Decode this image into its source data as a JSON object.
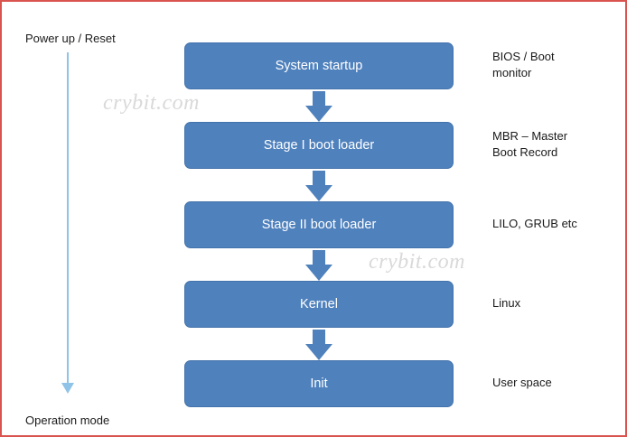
{
  "diagram": {
    "title_left_top": "Power up / Reset",
    "title_left_bottom": "Operation mode",
    "steps": [
      {
        "label": "System startup",
        "note": "BIOS / Boot\nmonitor"
      },
      {
        "label": "Stage I boot loader",
        "note": "MBR – Master\nBoot Record"
      },
      {
        "label": "Stage II boot loader",
        "note": "LILO, GRUB etc"
      },
      {
        "label": "Kernel",
        "note": "Linux"
      },
      {
        "label": "Init",
        "note": "User space"
      }
    ],
    "watermarks": [
      "crybit.com",
      "crybit.com"
    ],
    "colors": {
      "box_fill": "#4F81BD",
      "box_text": "#FFFFFF",
      "arrow_fill": "#4F81BD",
      "left_arrow": "#8FC3E8",
      "border": "#D9534F",
      "watermark": "#D9D9D9"
    }
  }
}
